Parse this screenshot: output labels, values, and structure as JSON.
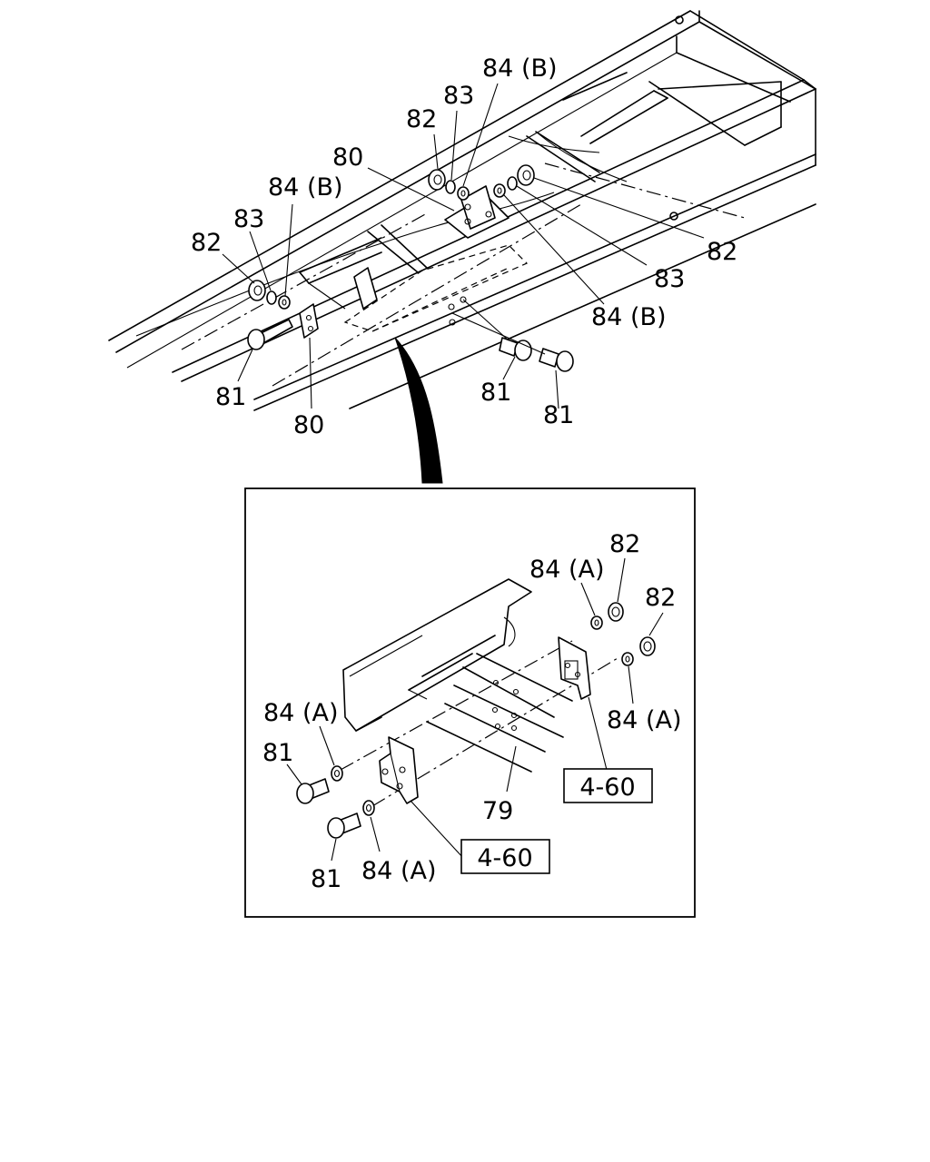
{
  "callouts": {
    "top": [
      {
        "id": "t82a",
        "text": "82"
      },
      {
        "id": "t83a",
        "text": "83"
      },
      {
        "id": "t84ba",
        "text": "84 (B)"
      },
      {
        "id": "t80a",
        "text": "80"
      },
      {
        "id": "t82b",
        "text": "82"
      },
      {
        "id": "t83b",
        "text": "83"
      },
      {
        "id": "t84bb",
        "text": "84 (B)"
      },
      {
        "id": "t82c",
        "text": "82"
      },
      {
        "id": "t83c",
        "text": "83"
      },
      {
        "id": "t84bc",
        "text": "84 (B)"
      },
      {
        "id": "t81a",
        "text": "81"
      },
      {
        "id": "t80b",
        "text": "80"
      },
      {
        "id": "t81b",
        "text": "81"
      },
      {
        "id": "t81c",
        "text": "81"
      }
    ],
    "detail": [
      {
        "id": "d84aa",
        "text": "84 (A)"
      },
      {
        "id": "d82a",
        "text": "82"
      },
      {
        "id": "d82b",
        "text": "82"
      },
      {
        "id": "d84ab",
        "text": "84 (A)"
      },
      {
        "id": "d84ac",
        "text": "84 (A)"
      },
      {
        "id": "d81a",
        "text": "81"
      },
      {
        "id": "d79",
        "text": "79"
      },
      {
        "id": "d81b",
        "text": "81"
      },
      {
        "id": "d84ad",
        "text": "84 (A)"
      }
    ]
  },
  "references": [
    {
      "id": "r1",
      "text": "4-60"
    },
    {
      "id": "r2",
      "text": "4-60"
    }
  ]
}
